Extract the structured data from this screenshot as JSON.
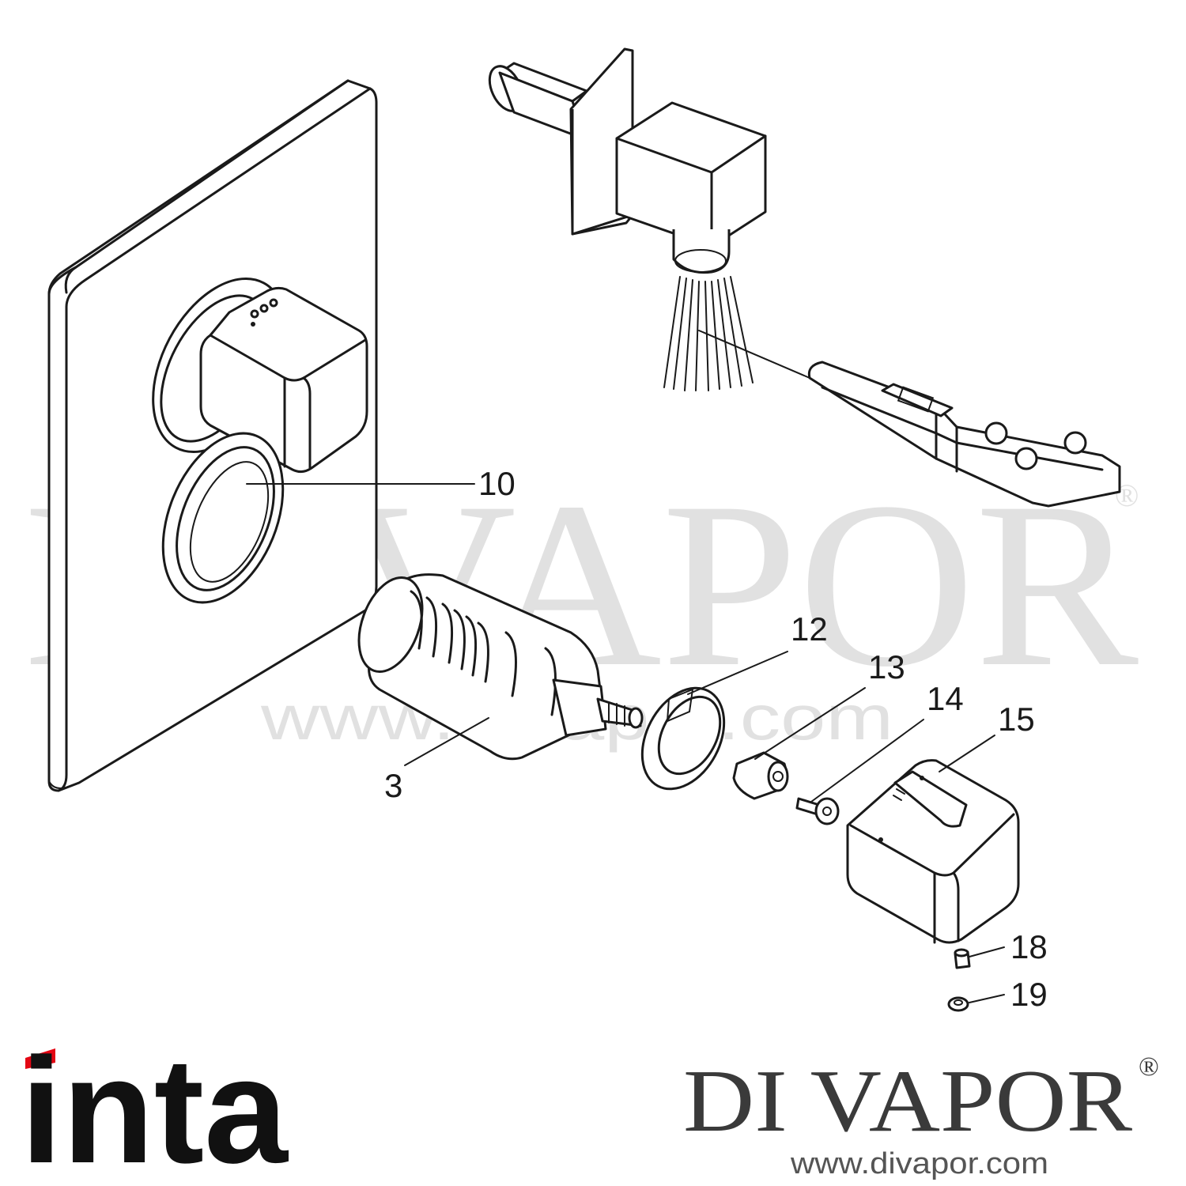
{
  "watermark": {
    "main": "DI VAPOR",
    "registered": "®",
    "url": "www.divapor.com"
  },
  "callouts": [
    {
      "id": "part-10",
      "label": "10"
    },
    {
      "id": "part-12",
      "label": "12"
    },
    {
      "id": "part-13",
      "label": "13"
    },
    {
      "id": "part-14",
      "label": "14"
    },
    {
      "id": "part-15",
      "label": "15"
    },
    {
      "id": "part-3",
      "label": "3"
    },
    {
      "id": "part-18",
      "label": "18"
    },
    {
      "id": "part-19",
      "label": "19"
    }
  ],
  "brand_left": {
    "name": "inta",
    "accent_color": "#e30613"
  },
  "brand_right": {
    "name": "DI VAPOR",
    "registered": "®",
    "url": "www.divapor.com"
  }
}
